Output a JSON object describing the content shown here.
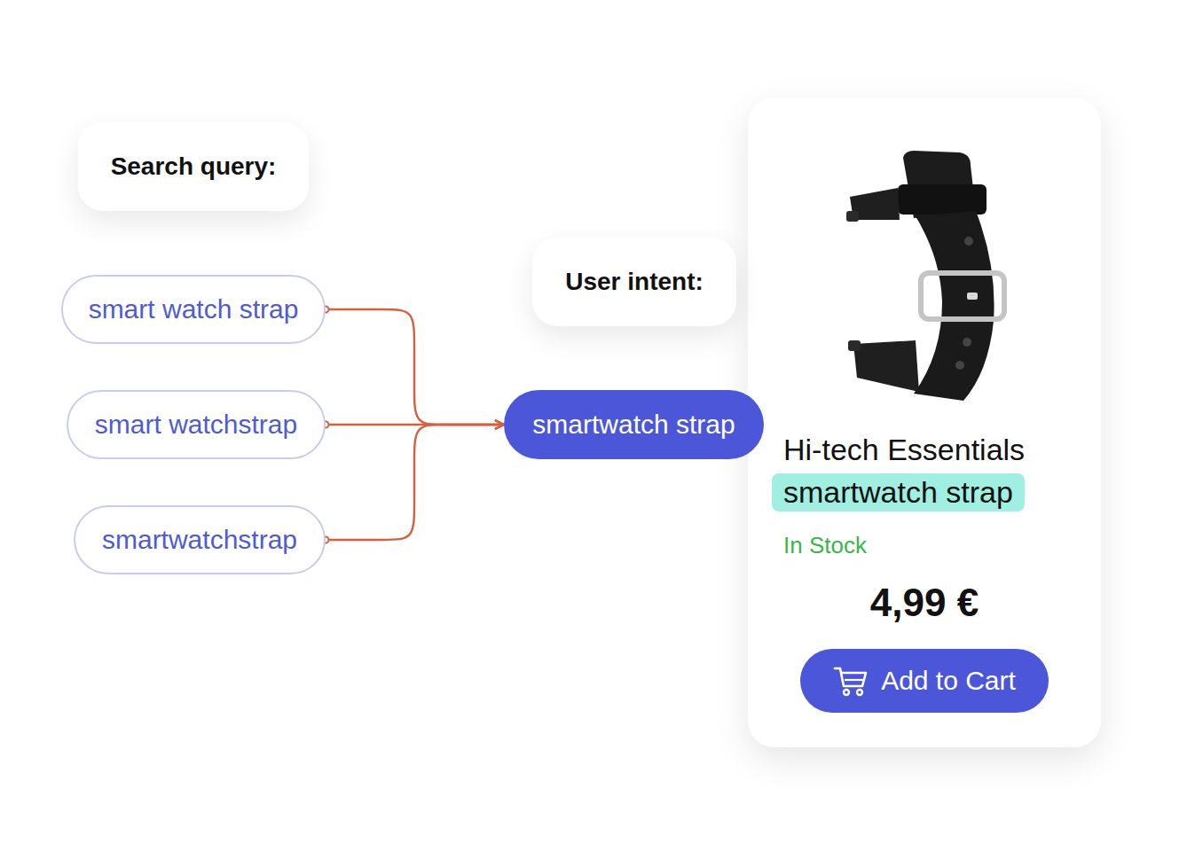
{
  "diagram": {
    "nodes": [
      {
        "text": [
          "Search query:"
        ]
      },
      {
        "text": [
          "smart watch strap"
        ]
      },
      {
        "text": [
          "smart watchstrap"
        ]
      },
      {
        "text": [
          "smartwatchstrap"
        ]
      },
      {
        "text": [
          "User intent:"
        ]
      },
      {
        "text": [
          "smartwatch strap"
        ]
      },
      {
        "text": [
          "Hi-tech Essentials",
          "smartwatch strap",
          "In Stock",
          "4,99 €"
        ]
      },
      {
        "text": [
          "Add to Cart"
        ],
        "in": 6
      }
    ],
    "edges": [
      {
        "from": 1,
        "to": 5,
        "arrow": "to"
      },
      {
        "from": 2,
        "to": 5,
        "arrow": "to"
      },
      {
        "from": 3,
        "to": 5,
        "arrow": "to"
      }
    ]
  }
}
